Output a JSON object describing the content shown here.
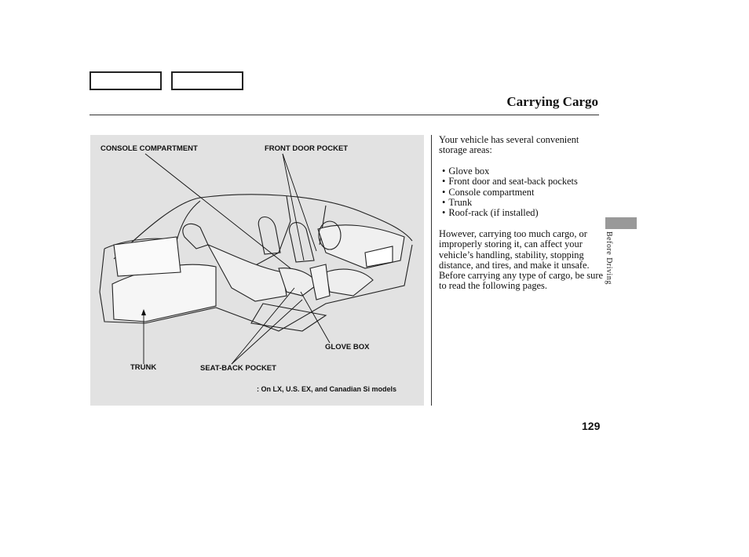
{
  "nav": {
    "buttons": [
      "",
      ""
    ]
  },
  "header": {
    "title": "Carrying Cargo"
  },
  "figure": {
    "labels": {
      "console_compartment": "CONSOLE COMPARTMENT",
      "front_door_pocket": "FRONT DOOR POCKET",
      "glove_box": "GLOVE BOX",
      "trunk": "TRUNK",
      "seat_back_pocket": "SEAT-BACK POCKET",
      "footnote": ": On LX, U.S. EX, and Canadian Si models"
    }
  },
  "body": {
    "intro": "Your vehicle has several convenient storage areas:",
    "items": [
      "Glove box",
      "Front door and seat-back pockets",
      "Console compartment",
      "Trunk",
      "Roof-rack (if installed)"
    ],
    "caution": "However, carrying too much cargo, or improperly storing it, can affect your vehicle’s handling, stability, stopping distance, and tires, and make it unsafe. Before carrying any type of cargo, be sure to read the following pages."
  },
  "sidebar": {
    "section_label": "Before Driving"
  },
  "footer": {
    "page_number": "129"
  }
}
